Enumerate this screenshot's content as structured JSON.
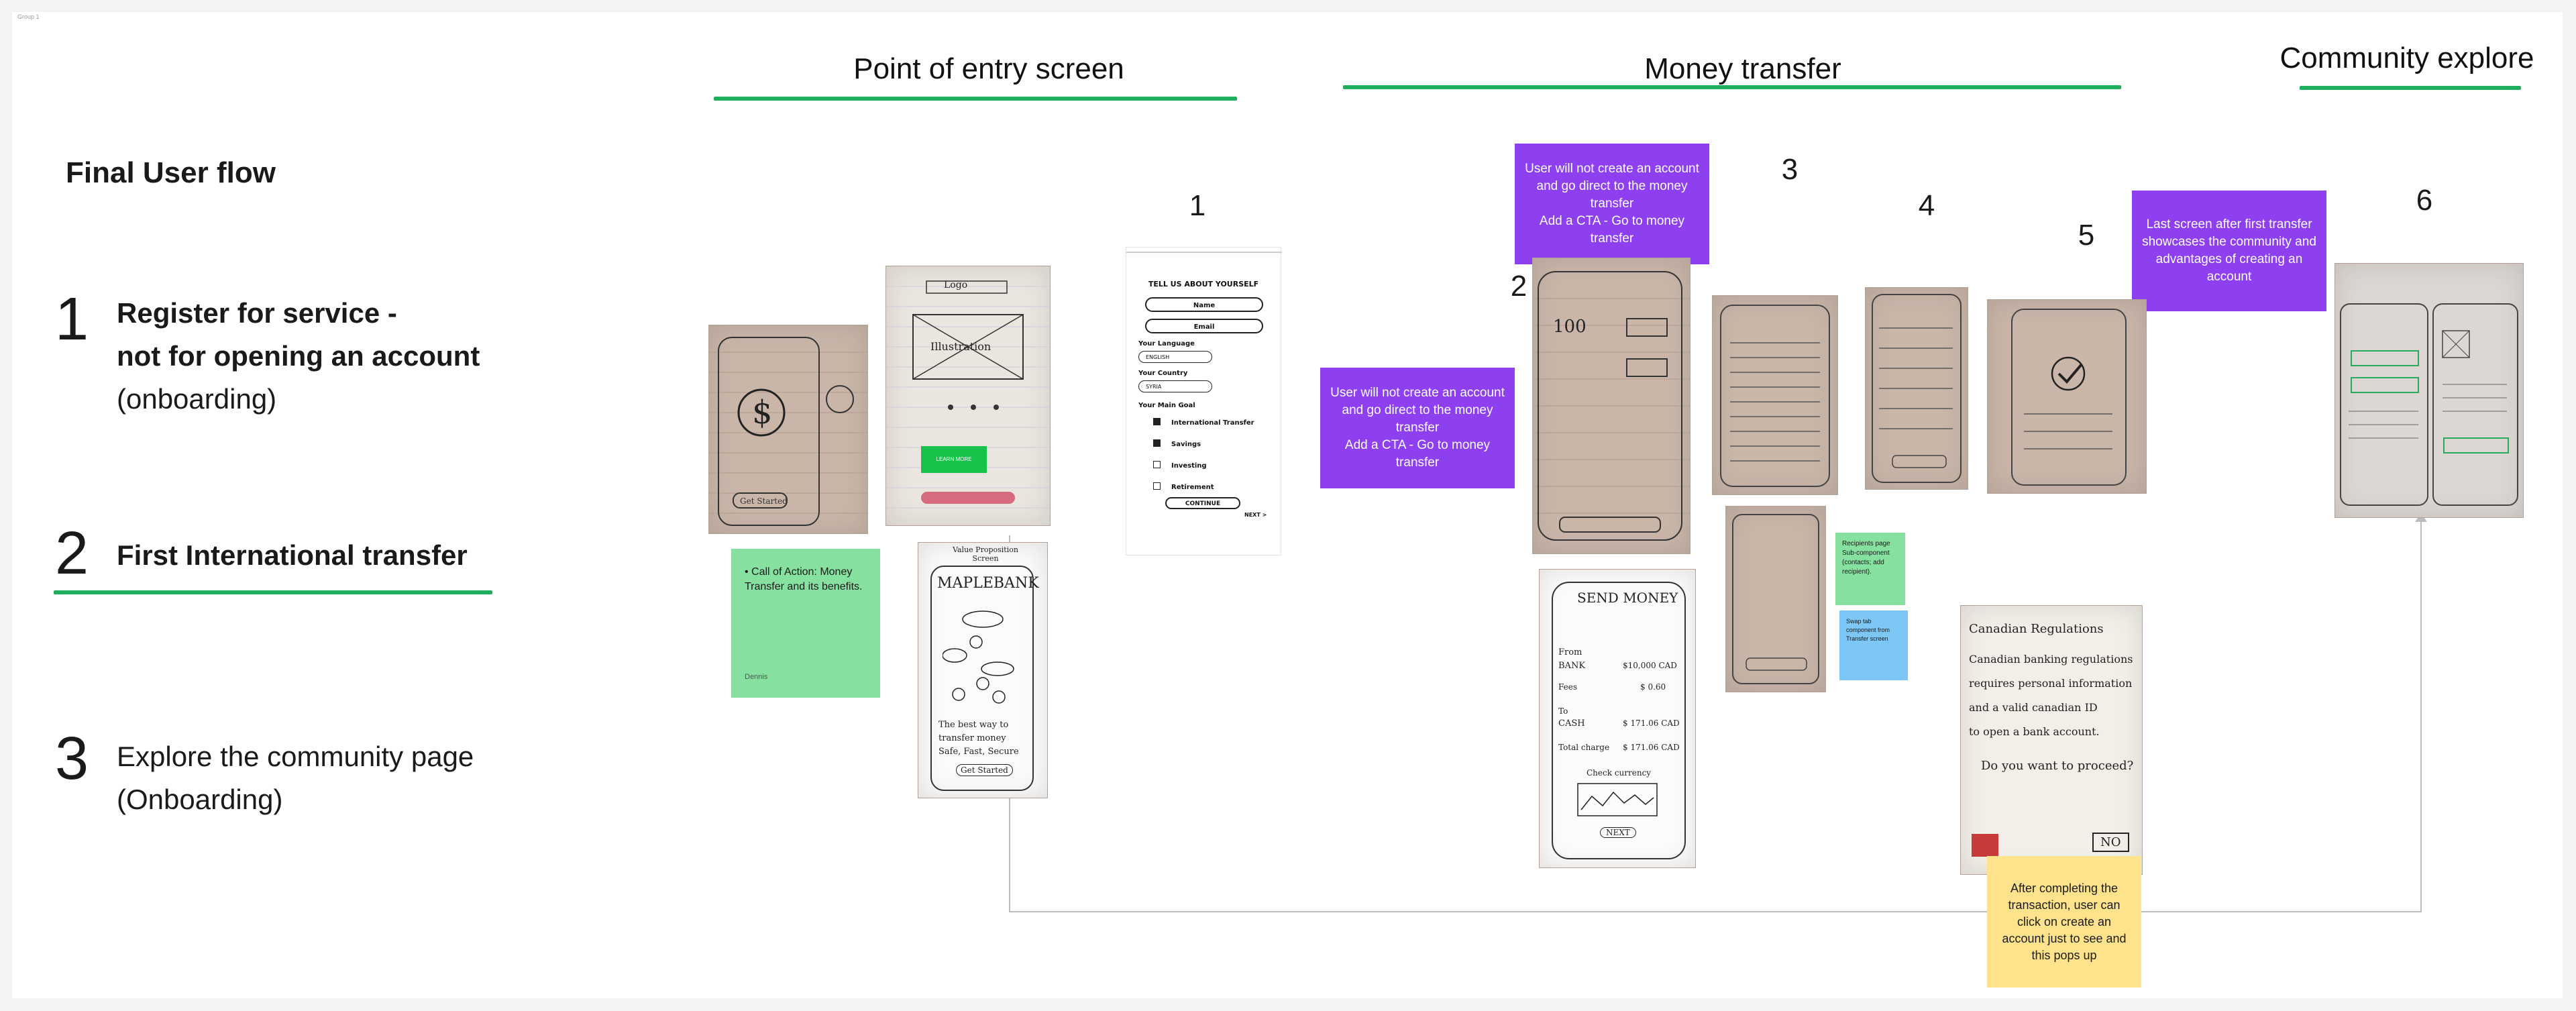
{
  "canvas": {
    "frame_label": "Group 1"
  },
  "headings": {
    "entry": "Point of entry screen",
    "money": "Money transfer",
    "community": "Community explore"
  },
  "flow": {
    "title": "Final User flow",
    "steps": [
      {
        "num": "1",
        "bold1": "Register for service -",
        "bold2": "not for opening an account",
        "sub": "(onboarding)"
      },
      {
        "num": "2",
        "bold1": "First International transfer"
      },
      {
        "num": "3",
        "line1": "Explore the community page",
        "line2": "(Onboarding)"
      }
    ]
  },
  "screen_numbers": [
    "1",
    "2",
    "3",
    "4",
    "5",
    "6"
  ],
  "stickies": {
    "purple_top": "User will not create an account and go direct to the money transfer\nAdd a CTA - Go to money transfer",
    "purple_left": "User will not create an account and go direct to the money transfer\nAdd a CTA - Go to money transfer",
    "purple_right": "Last screen after first transfer showcases the community and advantages of creating an account",
    "green_cta": "Call of Action: Money Transfer and its benefits.",
    "green_cta_author": "Dennis",
    "green_recipients": "Recipients page Sub-component (contacts; add recipient).",
    "blue_note": "Swap tab component from Transfer screen",
    "yellow_popup": "After completing the transaction, user can click on create an account just to see and this pops up"
  },
  "form": {
    "title": "TELL US ABOUT YOURSELF",
    "name": "Name",
    "email": "Email",
    "language_label": "Your Language",
    "language_value": "ENGLISH",
    "country_label": "Your Country",
    "country_value": "SYRIA",
    "goal_label": "Your Main Goal",
    "goals": [
      {
        "label": "International Transfer",
        "checked": true
      },
      {
        "label": "Savings",
        "checked": true
      },
      {
        "label": "Investing",
        "checked": false
      },
      {
        "label": "Retirement",
        "checked": false
      }
    ],
    "continue": "CONTINUE",
    "next": "NEXT >"
  },
  "sketches": {
    "register_header": "Logo",
    "register_illustration": "Illustration",
    "register_button": "LEARN MORE",
    "maple_caption": "Value Proposition Screen",
    "maple_title": "MAPLEBANK",
    "maple_tag1": "The best way to",
    "maple_tag2": "transfer money",
    "maple_tag3": "Safe, Fast, Secure",
    "maple_cta": "Get Started",
    "send_title": "SEND MONEY",
    "send_from": "From",
    "send_bank": "BANK",
    "send_bank_amt": "$10,000 CAD",
    "send_fees": "Fees",
    "send_fees_amt": "$ 0.60",
    "send_to": "To",
    "send_cash": "CASH",
    "send_cash_amt": "$ 171.06 CAD",
    "send_total": "Total charge",
    "send_total_amt": "$ 171.06 CAD",
    "send_check": "Check currency",
    "send_next": "NEXT",
    "reg_title": "Canadian Regulations",
    "reg_line1": "Canadian banking regulations",
    "reg_line2": "requires personal information",
    "reg_line3": "and a valid canadian ID",
    "reg_line4": "to open a bank account.",
    "reg_line5": "Do you want to proceed?",
    "reg_no": "NO"
  }
}
